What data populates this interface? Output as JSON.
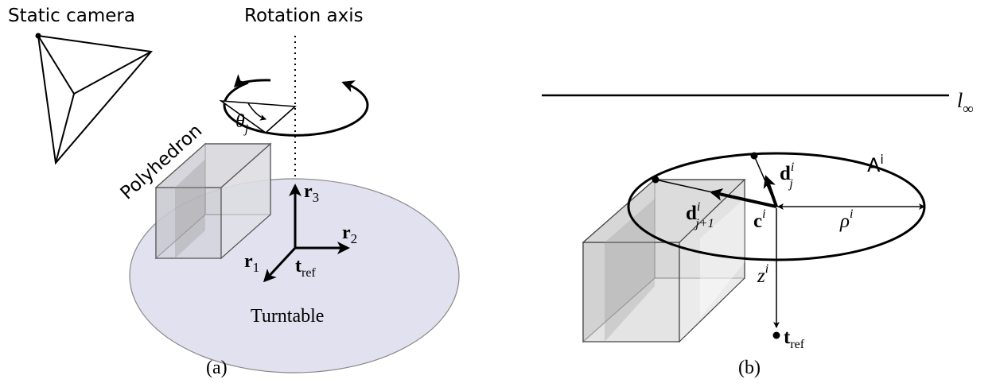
{
  "panel_a": {
    "caption": "(a)",
    "camera_label": "Static camera",
    "axis_label": "Rotation axis",
    "polyhedron_label": "Polyhedron",
    "turntable_label": "Turntable",
    "theta": {
      "base": "θ",
      "sub": "j"
    },
    "r1": {
      "base": "r",
      "sub": "1"
    },
    "r2": {
      "base": "r",
      "sub": "2"
    },
    "r3": {
      "base": "r",
      "sub": "3"
    },
    "tref": {
      "base": "t",
      "sub": "ref"
    },
    "colors": {
      "turntable_fill": "#e1e1ef",
      "stroke": "#000000",
      "box_fill": "#c8c8c8"
    }
  },
  "panel_b": {
    "caption": "(b)",
    "line_label": {
      "base": "l",
      "sub": "∞"
    },
    "circle_label": {
      "base": "A",
      "sup": "i"
    },
    "d_j": {
      "base": "d",
      "sup": "i",
      "sub": "j"
    },
    "d_j1": {
      "base": "d",
      "sup": "i",
      "sub": "j+1"
    },
    "c": {
      "base": "c",
      "sup": "i"
    },
    "rho": {
      "base": "ρ",
      "sup": "i"
    },
    "z": {
      "base": "z",
      "sup": "i"
    },
    "tref": {
      "base": "t",
      "sub": "ref"
    }
  }
}
